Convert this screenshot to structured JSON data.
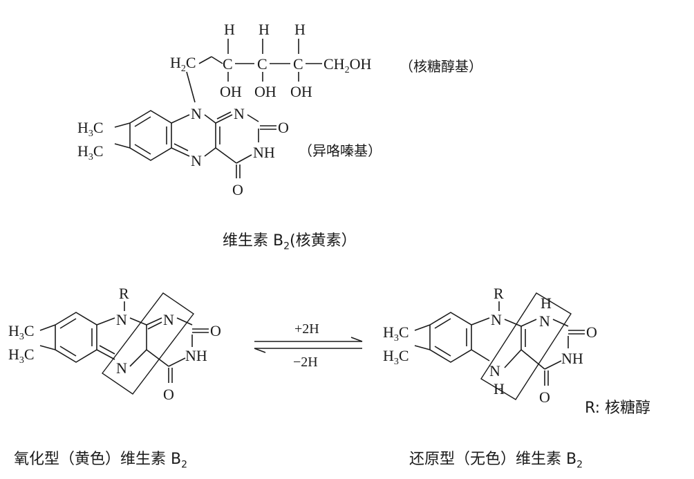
{
  "labels": {
    "ribitol_group": "（核糖醇基）",
    "isoalloxazine_group": "（异咯嗪基）",
    "caption_main_prefix": "维生素 B",
    "caption_main_sub": "2",
    "caption_main_suffix": "(核黄素）",
    "caption_ox_prefix": "氧化型（黄色）维生素 B",
    "caption_ox_sub": "2",
    "caption_red_prefix": "还原型（无色）维生素 B",
    "caption_red_sub": "2",
    "r_note": "R: 核糖醇",
    "plus_2h": "+2H",
    "minus_2h": "−2H"
  },
  "atoms": {
    "H": "H",
    "C": "C",
    "OH": "OH",
    "N": "N",
    "O": "O",
    "NH": "NH",
    "R": "R",
    "H2C_main": "H",
    "H2C_sub": "2",
    "H2C_C": "C",
    "CH2OH_CH": "CH",
    "CH2OH_sub": "2",
    "CH2OH_OH": "OH",
    "H3C_H": "H",
    "H3C_sub": "3",
    "H3C_C": "C"
  }
}
